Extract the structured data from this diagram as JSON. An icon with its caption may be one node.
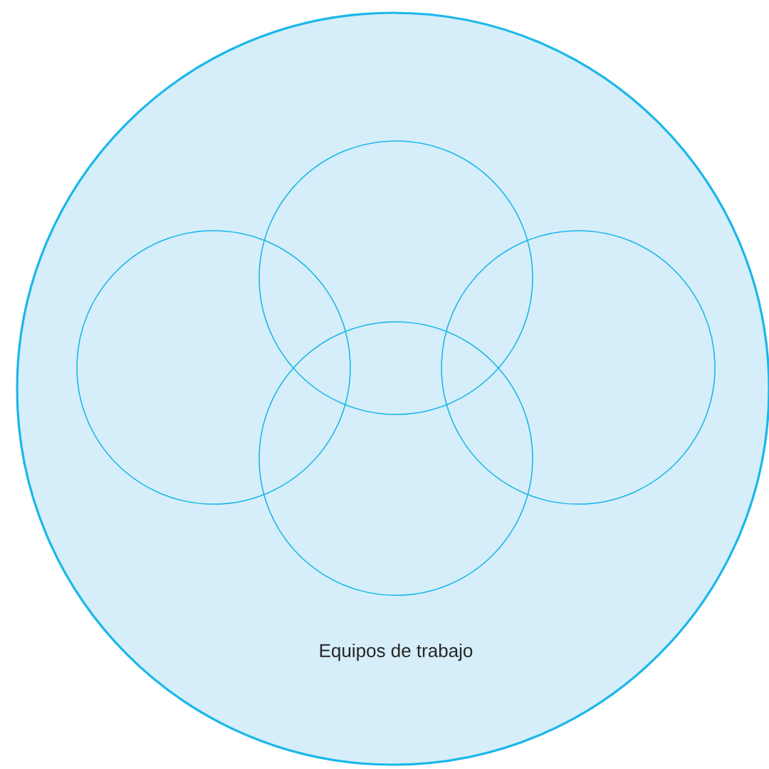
{
  "diagram": {
    "nodes": [
      {
        "text": [
          "Equipos de trabajo"
        ]
      },
      {
        "text": [],
        "shape": "circle",
        "in": 0
      },
      {
        "text": [],
        "shape": "circle",
        "in": 0
      },
      {
        "text": [],
        "shape": "circle",
        "in": 0
      },
      {
        "text": [],
        "shape": "circle",
        "in": 0
      }
    ]
  }
}
